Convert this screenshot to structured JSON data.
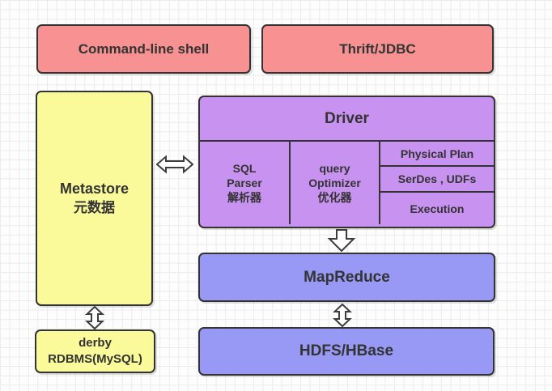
{
  "colors": {
    "box_pink": "#f89292",
    "box_yellow": "#fafa9b",
    "box_purple": "#c892f0",
    "box_periwinkle": "#9898f5",
    "border": "#333333",
    "text": "#333333",
    "grid_line": "#ebebeb",
    "background": "#fdfdfd",
    "arrow_fill": "#ffffff",
    "arrow_stroke": "#3d3d3d"
  },
  "nodes": {
    "command_line_shell": {
      "label": "Command-line shell"
    },
    "thrift_jdbc": {
      "label": "Thrift/JDBC"
    },
    "metastore": {
      "line1": "Metastore",
      "line2": "元数据"
    },
    "driver": {
      "title": "Driver"
    },
    "sql_parser": {
      "line1": "SQL",
      "line2": "Parser",
      "line3": "解析器"
    },
    "query_optimizer": {
      "line1": "query",
      "line2": "Optimizer",
      "line3": "优化器"
    },
    "physical_plan": {
      "label": "Physical Plan"
    },
    "serdes_udfs": {
      "label": "SerDes , UDFs"
    },
    "execution": {
      "label": "Execution"
    },
    "mapreduce": {
      "label": "MapReduce"
    },
    "hdfs_hbase": {
      "label": "HDFS/HBase"
    },
    "derby": {
      "line1": "derby",
      "line2": "RDBMS(MySQL)"
    }
  },
  "connections": [
    {
      "from": "metastore",
      "to": "driver",
      "type": "double-arrow-horizontal"
    },
    {
      "from": "driver",
      "to": "mapreduce",
      "type": "arrow-down"
    },
    {
      "from": "mapreduce",
      "to": "hdfs_hbase",
      "type": "double-arrow-vertical"
    },
    {
      "from": "metastore",
      "to": "derby",
      "type": "double-arrow-vertical"
    }
  ]
}
